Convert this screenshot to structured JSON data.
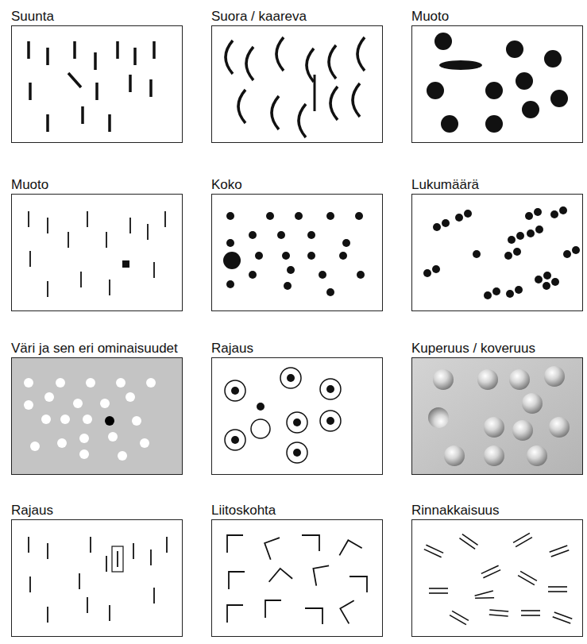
{
  "diagram": {
    "nodes": [
      {
        "text": [
          "Suunta"
        ]
      },
      {
        "text": [
          "Suora / kaareva"
        ]
      },
      {
        "text": [
          "Muoto"
        ]
      },
      {
        "text": [
          "Muoto"
        ]
      },
      {
        "text": [
          "Koko"
        ]
      },
      {
        "text": [
          "Lukumäärä"
        ]
      },
      {
        "text": [
          "Väri ja sen eri ominaisuudet"
        ]
      },
      {
        "text": [
          "Rajaus"
        ]
      },
      {
        "text": [
          "Kuperuus / koveruus"
        ]
      },
      {
        "text": [
          "Rajaus"
        ]
      },
      {
        "text": [
          "Liitoskohta"
        ]
      },
      {
        "text": [
          "Rinnakkaisuus"
        ]
      }
    ]
  }
}
